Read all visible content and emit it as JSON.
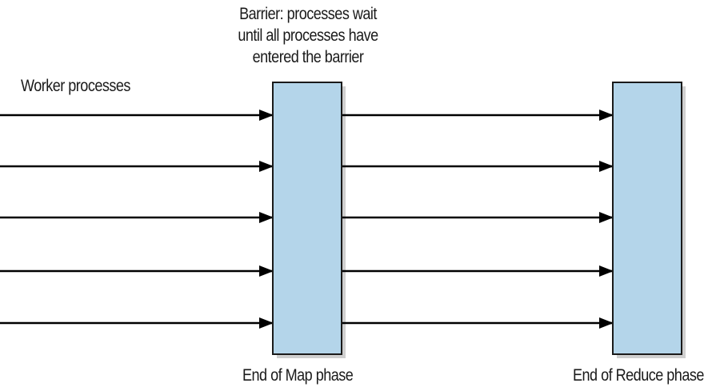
{
  "labels": {
    "barrier_caption": [
      "Barrier: processes wait",
      "until all processes have",
      "entered the barrier"
    ],
    "worker_processes": "Worker processes",
    "end_map": "End of Map phase",
    "end_reduce": "End of Reduce phase"
  },
  "flows": {
    "worker_count": 5
  },
  "colors": {
    "barrier_fill": "#b4d5ea",
    "barrier_stroke": "#1a1a1a",
    "shadow": "#cfcfcf",
    "arrow": "#000000"
  }
}
